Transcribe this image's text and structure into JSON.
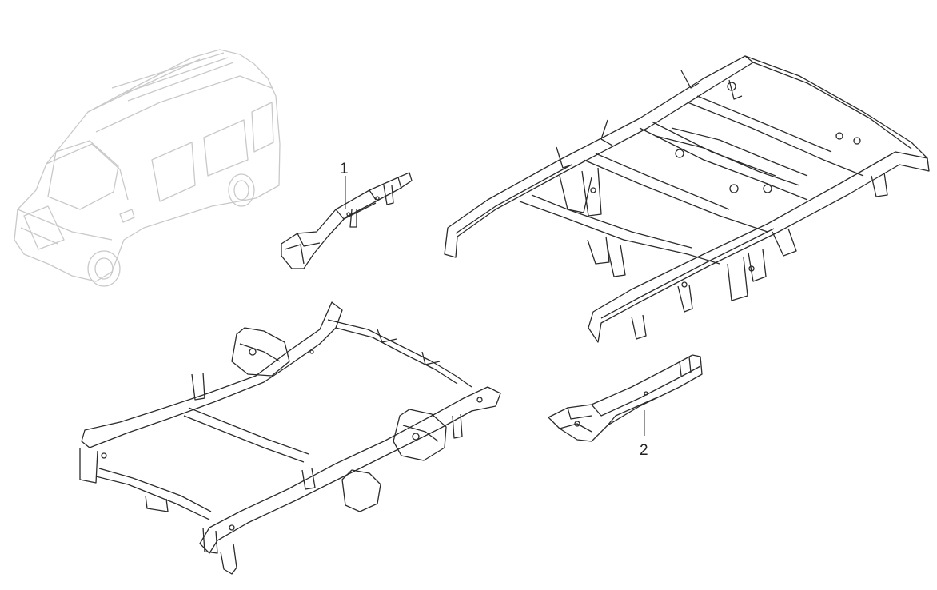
{
  "callouts": [
    {
      "id": "1",
      "label": "1"
    },
    {
      "id": "2",
      "label": "2"
    }
  ],
  "colors": {
    "line": "#2b2b2b",
    "vehicle_ghost": "#c9c9c9",
    "background": "#ffffff"
  }
}
